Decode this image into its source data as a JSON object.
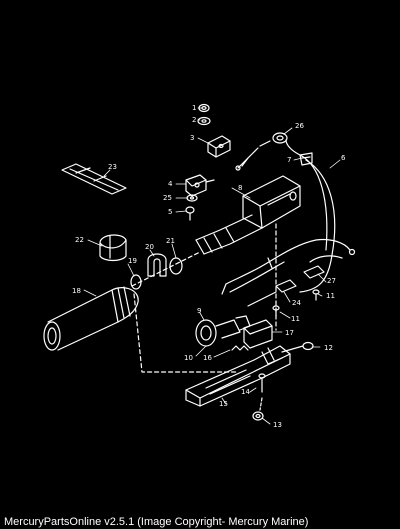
{
  "labels": [
    "1",
    "2",
    "3",
    "26",
    "7",
    "6",
    "8",
    "23",
    "4",
    "25",
    "5",
    "22",
    "20",
    "21",
    "19",
    "18",
    "9",
    "17",
    "24",
    "27",
    "11",
    "11",
    "10",
    "16",
    "12",
    "14",
    "15",
    "13"
  ],
  "footer": "MercuryPartsOnline v2.5.1 (Image Copyright- Mercury Marine)"
}
